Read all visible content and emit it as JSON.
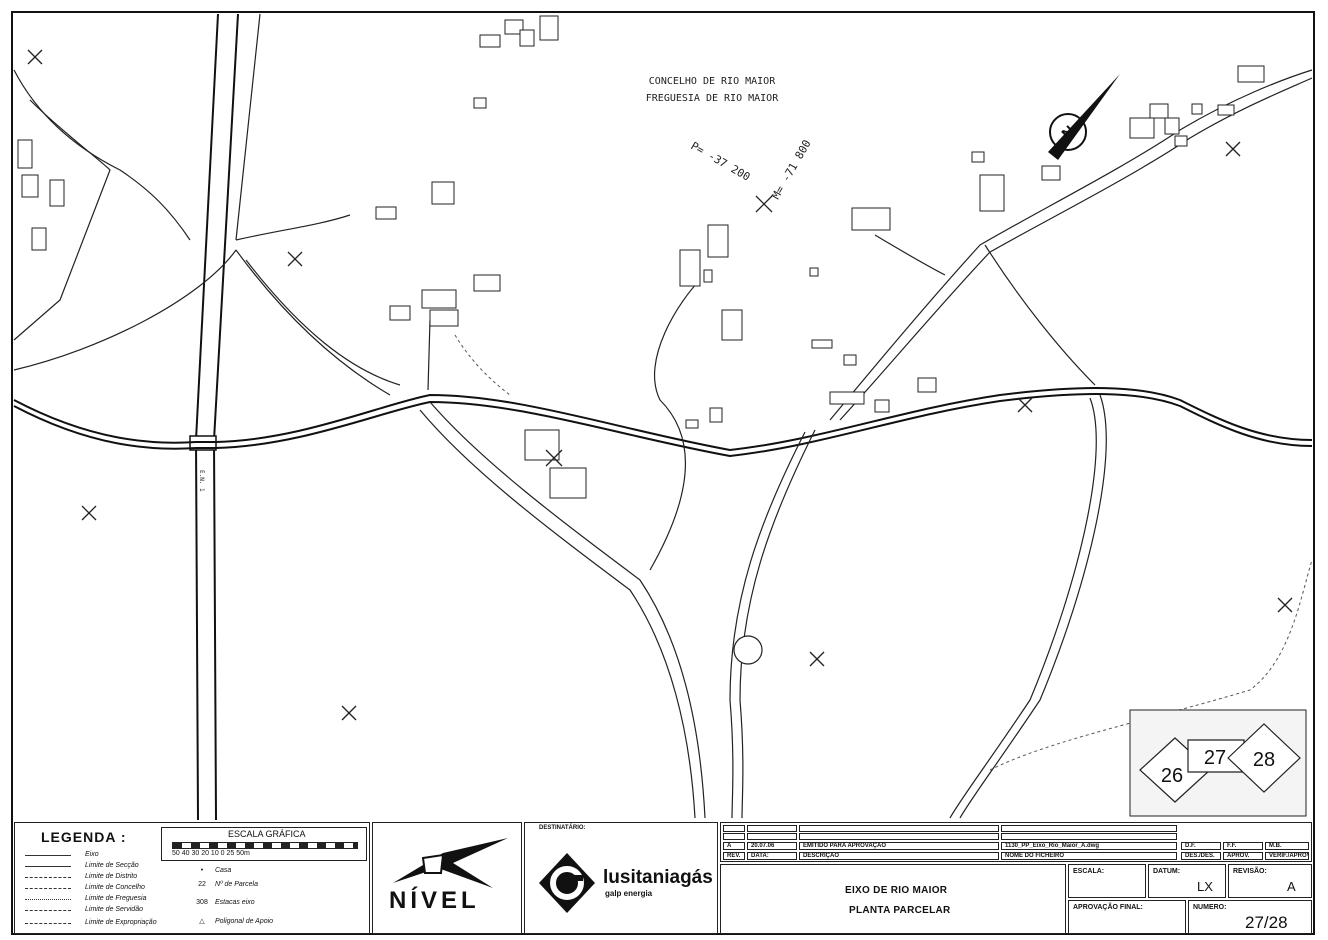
{
  "map": {
    "concelho": "CONCELHO DE RIO MAIOR",
    "freguesia": "FREGUESIA DE RIO MAIOR",
    "coord_p": "P= -37 200",
    "coord_m": "M= -71 800",
    "road_label": "E.N. 1",
    "north_letter": "N",
    "sheets": [
      "26",
      "27",
      "28"
    ],
    "symbol_mark_color": "#111111"
  },
  "legend": {
    "title": "LEGENDA :",
    "lines": [
      "Eixo",
      "Limite de Secção",
      "Limite de Distrito",
      "Limite de Concelho",
      "Limite de Freguesia",
      "Limite de Servidão",
      "Limite de Expropriação"
    ],
    "symbols": [
      {
        "icon": "•",
        "label": "Casa"
      },
      {
        "icon": "22",
        "label": "Nº de Parcela"
      },
      {
        "icon": "308",
        "label": "Estacas eixo"
      },
      {
        "icon": "△",
        "label": "Poligonal de Apoio"
      }
    ]
  },
  "scale": {
    "title": "ESCALA GRÁFICA",
    "ticks": "50  40  30  20  10   0            25            50m"
  },
  "company": {
    "name": "NÍVEL",
    "destinatario_label": "DESTINATÁRIO:",
    "client": "lusitaniagás",
    "client_sub": "galp energia"
  },
  "revisions": {
    "row_rev": "A",
    "row_date": "20.07.06",
    "row_desc": "EMITIDO PARA APROVAÇÃO",
    "row_file": "1130_PP_Eixo_Rio_Maior_A.dwg",
    "hdr_rev": "REV.",
    "hdr_date": "DATA:",
    "hdr_desc": "DESCRIÇÃO",
    "hdr_file": "NOME DO FICHEIRO",
    "sig_des": "D.F.",
    "sig_ver": "F.F.",
    "sig_apr": "M.B.",
    "hdr_des": "DES./DES.",
    "hdr_aprov": "APROV.",
    "hdr_verif": "VERIF./APROV."
  },
  "title_block": {
    "line1": "EIXO DE RIO MAIOR",
    "line2": "PLANTA PARCELAR",
    "escala_label": "ESCALA:",
    "datum_label": "DATUM:",
    "datum_value": "LX",
    "revisao_label": "REVISÃO:",
    "revisao_value": "A",
    "aprov_label": "APROVAÇÃO FINAL:",
    "numero_label": "NUMERO:",
    "numero_value": "27/28"
  }
}
